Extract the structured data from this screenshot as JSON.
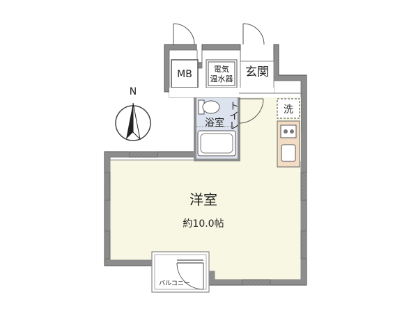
{
  "rooms": {
    "western_room": {
      "name": "洋室",
      "area": "約10.0帖"
    },
    "bathroom": {
      "name": "浴室"
    },
    "toilet": {
      "name": "トイレ"
    },
    "entrance": {
      "name": "玄関"
    },
    "meter_box": {
      "name": "MB"
    },
    "water_heater": {
      "line1": "電気",
      "line2": "温水器"
    },
    "washer": {
      "name": "洗"
    },
    "balcony": {
      "name": "バルコニー"
    }
  },
  "compass": {
    "label": "N"
  },
  "colors": {
    "wall": "#888888",
    "floor_living": "#f7f7e3",
    "floor_wet": "#dde3ee",
    "floor_entrance": "#ffffff",
    "balcony": "#ffffff",
    "kitchen": "#f2dcc3"
  }
}
